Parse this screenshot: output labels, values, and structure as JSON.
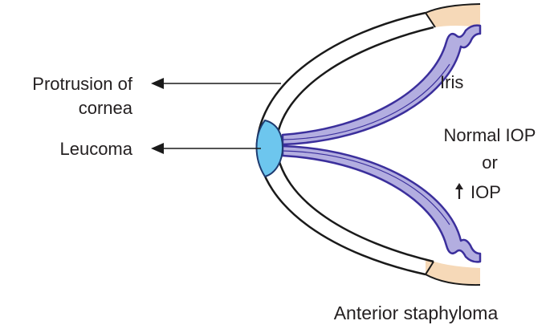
{
  "labels": {
    "protrusion_line1": "Protrusion of",
    "protrusion_line2": "cornea",
    "leucoma": "Leucoma",
    "iris": "Iris",
    "iop_line1": "Normal IOP",
    "iop_line2": "or",
    "iop_line3": "IOP",
    "caption": "Anterior staphyloma"
  },
  "colors": {
    "iris_fill": "#b3aee0",
    "iris_outline": "#3b2f9c",
    "leucoma_fill": "#6dc6ee",
    "leucoma_outline": "#1f3b70",
    "sclera_fill": "#f6d9b8",
    "outline": "#1a1a1a",
    "text": "#231f20"
  },
  "icons": {
    "iop_arrow": "up-arrow-icon",
    "pointer_arrows": "left-arrow-icon"
  }
}
